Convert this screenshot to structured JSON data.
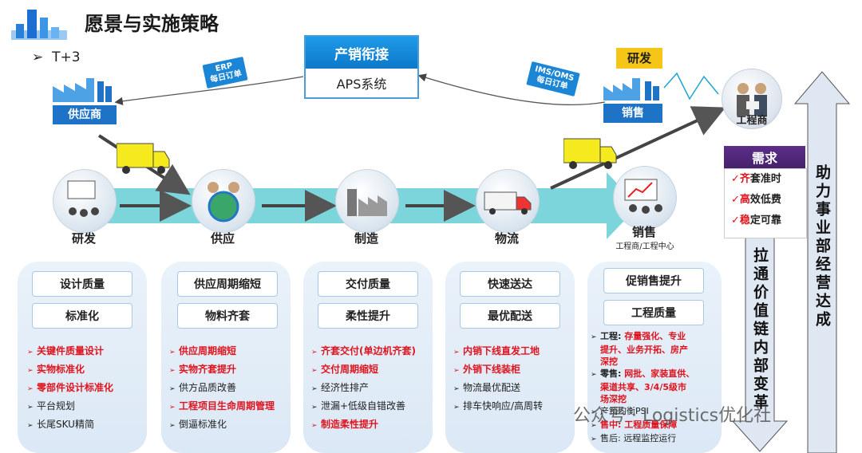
{
  "header": {
    "title": "愿景与实施策略",
    "subtitle": "T+3"
  },
  "aps": {
    "title": "产销衔接",
    "system": "APS系统"
  },
  "tags": {
    "erp": [
      "ERP",
      "每日订单"
    ],
    "ims": [
      "IMS/OMS",
      "每日订单"
    ]
  },
  "nodes": {
    "supplier": "供应商",
    "rd_top": "研发",
    "sales_top": "销售",
    "engineer": "工程商"
  },
  "stages": [
    {
      "label": "研发"
    },
    {
      "label": "供应"
    },
    {
      "label": "制造"
    },
    {
      "label": "物流"
    },
    {
      "label": "销售",
      "sublabel": "工程商/工程中心"
    }
  ],
  "columns": [
    {
      "pills": [
        "设计质量",
        "标准化"
      ],
      "items": [
        {
          "text": "关键件质量设计",
          "red": true
        },
        {
          "text": "实物标准化",
          "red": true
        },
        {
          "text": "零部件设计标准化",
          "red": true
        },
        {
          "text": "平台规划",
          "red": false
        },
        {
          "text": "长尾SKU精简",
          "red": false
        }
      ]
    },
    {
      "pills": [
        "供应周期缩短",
        "物料齐套"
      ],
      "items": [
        {
          "text": "供应周期缩短",
          "red": true
        },
        {
          "text": "实物齐套提升",
          "red": true
        },
        {
          "text": "供方品质改善",
          "red": false
        },
        {
          "text": "工程项目生命周期管理",
          "red": true
        },
        {
          "text": "倒逼标准化",
          "red": false
        }
      ]
    },
    {
      "pills": [
        "交付质量",
        "柔性提升"
      ],
      "items": [
        {
          "text": "齐套交付(单边机齐套)",
          "red": true
        },
        {
          "text": "交付周期缩短",
          "red": true
        },
        {
          "text": "经济性排产",
          "red": false
        },
        {
          "text": "泄漏+低级自错改善",
          "red": false
        },
        {
          "text": "制造柔性提升",
          "red": true
        }
      ]
    },
    {
      "pills": [
        "快速送达",
        "最优配送"
      ],
      "items": [
        {
          "text": "内销下线直发工地",
          "red": true
        },
        {
          "text": "外销下线装柜",
          "red": true
        },
        {
          "text": "物流最优配送",
          "red": false
        },
        {
          "text": "排车快响应/高周转",
          "red": false
        }
      ]
    }
  ],
  "sales_column": {
    "pills": [
      "促销售提升",
      "工程质量"
    ],
    "items": [
      {
        "prefix": "工程: ",
        "lines": [
          "存量强化、专业",
          "提升、业务开拓、房产",
          "深挖"
        ]
      },
      {
        "prefix": "零售: ",
        "lines": [
          "网批、家装直供、",
          "渠道共享、3/4/5级市",
          "场深挖"
        ]
      },
      {
        "prefix": "",
        "lines": [
          "产销均衡PSI"
        ],
        "plain": true
      },
      {
        "prefix": "售中: ",
        "lines": [
          "工程质量保障"
        ]
      },
      {
        "prefix": "售后: ",
        "lines": [
          "远程监控运行"
        ],
        "plain_rest": true
      }
    ]
  },
  "needs": {
    "title": "需求",
    "items": [
      {
        "mark": "✓",
        "accent": "齐",
        "rest": "套准时"
      },
      {
        "mark": "✓",
        "accent": "高",
        "rest": "效低费"
      },
      {
        "mark": "✓",
        "accent": "稳",
        "rest": "定可靠"
      }
    ]
  },
  "down_arrow_text": "拉通价值链内部变革",
  "up_arrow_text": "助力事业部经营达成",
  "watermark": "公众号 · Logistics优化社",
  "colors": {
    "accent_blue": "#1b86d6",
    "red": "#e0141e",
    "purple": "#4b246f",
    "teal": "#6fd0d8"
  }
}
